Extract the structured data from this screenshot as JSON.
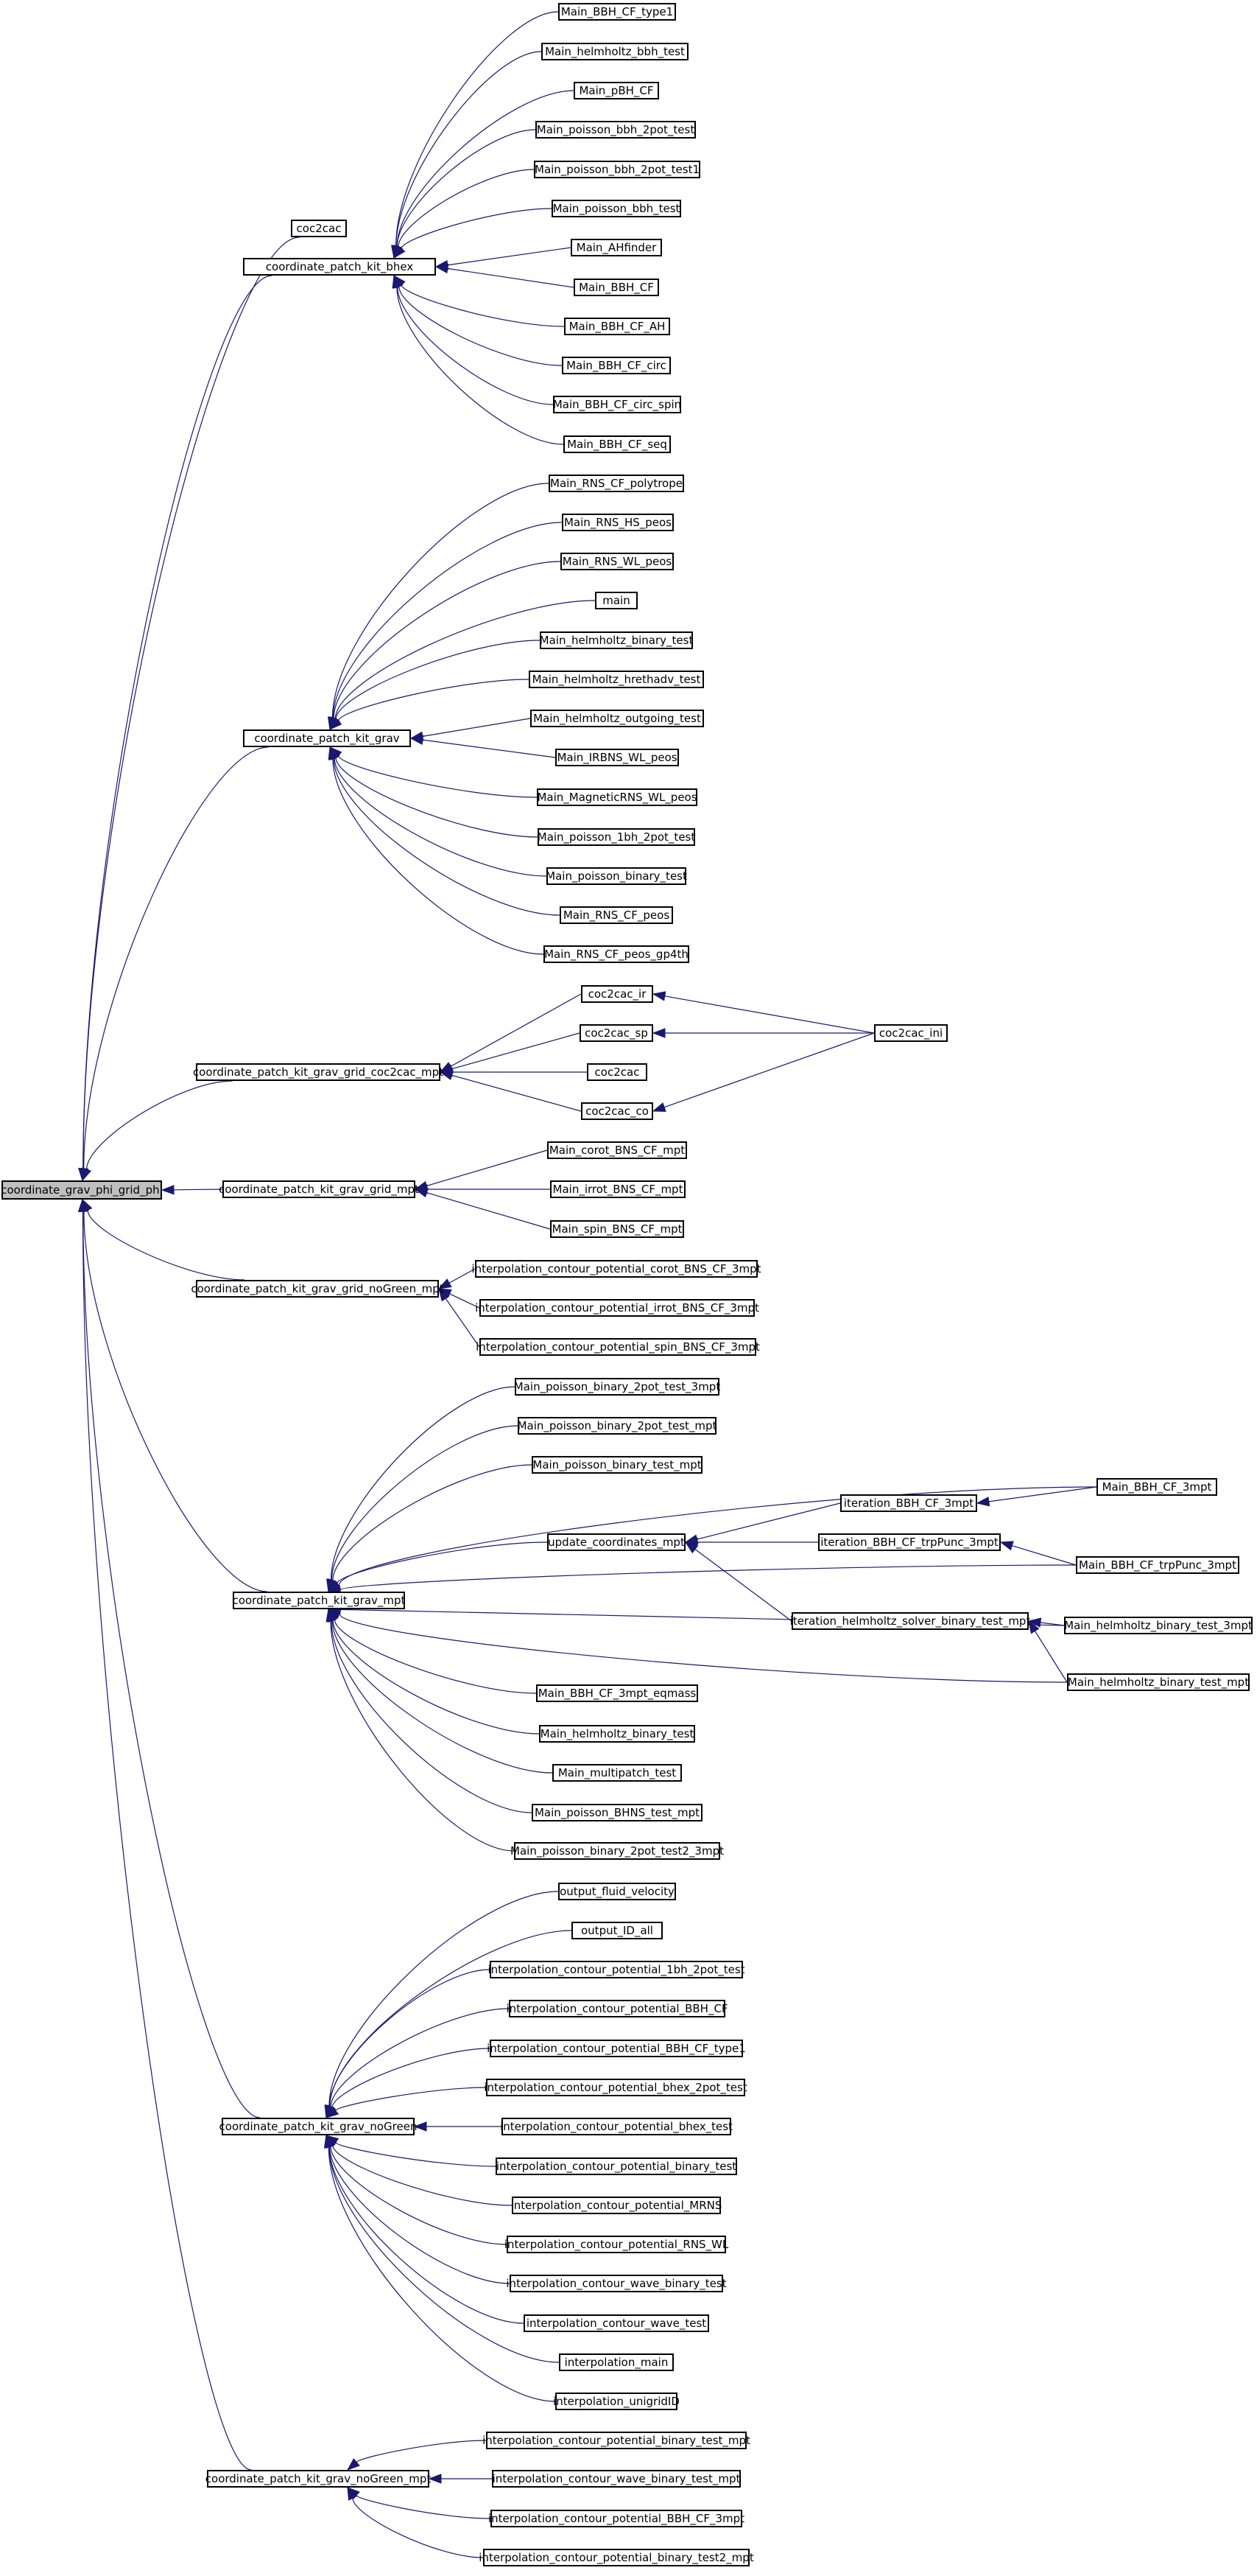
{
  "graph": {
    "root": "coordinate_grav_phi_grid_phi",
    "nodes": {
      "root": "coordinate_grav_phi_grid_phi",
      "coc2cac_top": "coc2cac",
      "bhex": "coordinate_patch_kit_bhex",
      "bhex_type1": "Main_BBH_CF_type1",
      "bhex_helm": "Main_helmholtz_bbh_test",
      "bhex_pBH": "Main_pBH_CF",
      "bhex_p2pot": "Main_poisson_bbh_2pot_test",
      "bhex_p2pot1": "Main_poisson_bbh_2pot_test1",
      "bhex_ptest": "Main_poisson_bbh_test",
      "bhex_ah": "Main_AHfinder",
      "bhex_bbh": "Main_BBH_CF",
      "bhex_bbhah": "Main_BBH_CF_AH",
      "bhex_circ": "Main_BBH_CF_circ",
      "bhex_circspin": "Main_BBH_CF_circ_spin",
      "bhex_seq": "Main_BBH_CF_seq",
      "grav": "coordinate_patch_kit_grav",
      "grav_poly": "Main_RNS_CF_polytrope",
      "grav_hs": "Main_RNS_HS_peos",
      "grav_wl": "Main_RNS_WL_peos",
      "grav_main": "main",
      "grav_helmbin": "Main_helmholtz_binary_test",
      "grav_hrethadv": "Main_helmholtz_hrethadv_test",
      "grav_outgoing": "Main_helmholtz_outgoing_test",
      "grav_irbns": "Main_IRBNS_WL_peos",
      "grav_magnetic": "Main_MagneticRNS_WL_peos",
      "grav_p1bh": "Main_poisson_1bh_2pot_test",
      "grav_pbin": "Main_poisson_binary_test",
      "grav_rnspeos": "Main_RNS_CF_peos",
      "grav_rnsgp": "Main_RNS_CF_peos_gp4th",
      "c2c_mpt": "coordinate_patch_kit_grav_grid_coc2cac_mpt",
      "c2c_ir": "coc2cac_ir",
      "c2c_sp": "coc2cac_sp",
      "c2c_plain": "coc2cac",
      "c2c_co": "coc2cac_co",
      "c2c_ini": "coc2cac_ini",
      "grid_mpt": "coordinate_patch_kit_grav_grid_mpt",
      "gm_corot": "Main_corot_BNS_CF_mpt",
      "gm_irrot": "Main_irrot_BNS_CF_mpt",
      "gm_spin": "Main_spin_BNS_CF_mpt",
      "ng_grid_mpt": "coordinate_patch_kit_grav_grid_noGreen_mpt",
      "ngg_corot": "interpolation_contour_potential_corot_BNS_CF_3mpt",
      "ngg_irrot": "interpolation_contour_potential_irrot_BNS_CF_3mpt",
      "ngg_spin": "interpolation_contour_potential_spin_BNS_CF_3mpt",
      "grav_mpt": "coordinate_patch_kit_grav_mpt",
      "gmp_p2t3": "Main_poisson_binary_2pot_test_3mpt",
      "gmp_p2tm": "Main_poisson_binary_2pot_test_mpt",
      "gmp_ptm": "Main_poisson_binary_test_mpt",
      "gmp_upd": "update_coordinates_mpt",
      "gmp_itbbh": "iteration_BBH_CF_3mpt",
      "gmp_ittrp": "iteration_BBH_CF_trpPunc_3mpt",
      "gmp_ithelm": "iteration_helmholtz_solver_binary_test_mpt",
      "gmp_bbh3": "Main_BBH_CF_3mpt",
      "gmp_bbhtrp": "Main_BBH_CF_trpPunc_3mpt",
      "gmp_helm3": "Main_helmholtz_binary_test_3mpt",
      "gmp_helmm": "Main_helmholtz_binary_test_mpt",
      "gmp_eqmass": "Main_BBH_CF_3mpt_eqmass",
      "gmp_helmbin": "Main_helmholtz_binary_test",
      "gmp_multi": "Main_multipatch_test",
      "gmp_bhns": "Main_poisson_BHNS_test_mpt",
      "gmp_p2t23": "Main_poisson_binary_2pot_test2_3mpt",
      "nogreen": "coordinate_patch_kit_grav_noGreen",
      "ng_fluid": "output_fluid_velocity",
      "ng_idall": "output_ID_all",
      "ng_1bh": "interpolation_contour_potential_1bh_2pot_test",
      "ng_bbhcf": "interpolation_contour_potential_BBH_CF",
      "ng_bbhtype1": "interpolation_contour_potential_BBH_CF_type1",
      "ng_bhex2pot": "interpolation_contour_potential_bhex_2pot_test",
      "ng_bhextest": "interpolation_contour_potential_bhex_test",
      "ng_bintest": "interpolation_contour_potential_binary_test",
      "ng_mrns": "interpolation_contour_potential_MRNS",
      "ng_rnswl": "interpolation_contour_potential_RNS_WL",
      "ng_wavebin": "interpolation_contour_wave_binary_test",
      "ng_wave": "interpolation_contour_wave_test",
      "ng_imain": "interpolation_main",
      "ng_unigrid": "interpolation_unigridID",
      "nogreen_mpt": "coordinate_patch_kit_grav_noGreen_mpt",
      "ngm_bintm": "interpolation_contour_potential_binary_test_mpt",
      "ngm_wavebm": "interpolation_contour_wave_binary_test_mpt",
      "ngm_bbh3": "interpolation_contour_potential_BBH_CF_3mpt",
      "ngm_bin2": "interpolation_contour_potential_binary_test2_mpt"
    },
    "edges": [
      [
        "coc2cac_top",
        "root"
      ],
      [
        "bhex",
        "root"
      ],
      [
        "grav",
        "root"
      ],
      [
        "c2c_mpt",
        "root"
      ],
      [
        "grid_mpt",
        "root"
      ],
      [
        "ng_grid_mpt",
        "root"
      ],
      [
        "grav_mpt",
        "root"
      ],
      [
        "nogreen",
        "root"
      ],
      [
        "nogreen_mpt",
        "root"
      ],
      [
        "bhex_type1",
        "bhex"
      ],
      [
        "bhex_helm",
        "bhex"
      ],
      [
        "bhex_pBH",
        "bhex"
      ],
      [
        "bhex_p2pot",
        "bhex"
      ],
      [
        "bhex_p2pot1",
        "bhex"
      ],
      [
        "bhex_ptest",
        "bhex"
      ],
      [
        "bhex_ah",
        "bhex"
      ],
      [
        "bhex_bbh",
        "bhex"
      ],
      [
        "bhex_bbhah",
        "bhex"
      ],
      [
        "bhex_circ",
        "bhex"
      ],
      [
        "bhex_circspin",
        "bhex"
      ],
      [
        "bhex_seq",
        "bhex"
      ],
      [
        "grav_poly",
        "grav"
      ],
      [
        "grav_hs",
        "grav"
      ],
      [
        "grav_wl",
        "grav"
      ],
      [
        "grav_main",
        "grav"
      ],
      [
        "grav_helmbin",
        "grav"
      ],
      [
        "grav_hrethadv",
        "grav"
      ],
      [
        "grav_outgoing",
        "grav"
      ],
      [
        "grav_irbns",
        "grav"
      ],
      [
        "grav_magnetic",
        "grav"
      ],
      [
        "grav_p1bh",
        "grav"
      ],
      [
        "grav_pbin",
        "grav"
      ],
      [
        "grav_rnspeos",
        "grav"
      ],
      [
        "grav_rnsgp",
        "grav"
      ],
      [
        "c2c_ir",
        "c2c_mpt"
      ],
      [
        "c2c_sp",
        "c2c_mpt"
      ],
      [
        "c2c_plain",
        "c2c_mpt"
      ],
      [
        "c2c_co",
        "c2c_mpt"
      ],
      [
        "c2c_ini",
        "c2c_ir"
      ],
      [
        "c2c_ini",
        "c2c_sp"
      ],
      [
        "c2c_ini",
        "c2c_co"
      ],
      [
        "gm_corot",
        "grid_mpt"
      ],
      [
        "gm_irrot",
        "grid_mpt"
      ],
      [
        "gm_spin",
        "grid_mpt"
      ],
      [
        "ngg_corot",
        "ng_grid_mpt"
      ],
      [
        "ngg_irrot",
        "ng_grid_mpt"
      ],
      [
        "ngg_spin",
        "ng_grid_mpt"
      ],
      [
        "gmp_p2t3",
        "grav_mpt"
      ],
      [
        "gmp_p2tm",
        "grav_mpt"
      ],
      [
        "gmp_ptm",
        "grav_mpt"
      ],
      [
        "gmp_bbh3",
        "grav_mpt"
      ],
      [
        "gmp_upd",
        "grav_mpt"
      ],
      [
        "gmp_bbhtrp",
        "grav_mpt"
      ],
      [
        "gmp_helm3",
        "grav_mpt"
      ],
      [
        "gmp_helmm",
        "grav_mpt"
      ],
      [
        "gmp_eqmass",
        "grav_mpt"
      ],
      [
        "gmp_helmbin",
        "grav_mpt"
      ],
      [
        "gmp_multi",
        "grav_mpt"
      ],
      [
        "gmp_bhns",
        "grav_mpt"
      ],
      [
        "gmp_p2t23",
        "grav_mpt"
      ],
      [
        "gmp_itbbh",
        "gmp_upd"
      ],
      [
        "gmp_ittrp",
        "gmp_upd"
      ],
      [
        "gmp_ithelm",
        "gmp_upd"
      ],
      [
        "gmp_bbh3",
        "gmp_itbbh"
      ],
      [
        "gmp_bbhtrp",
        "gmp_ittrp"
      ],
      [
        "gmp_helm3",
        "gmp_ithelm"
      ],
      [
        "gmp_helmm",
        "gmp_ithelm"
      ],
      [
        "ng_fluid",
        "nogreen"
      ],
      [
        "ng_idall",
        "nogreen"
      ],
      [
        "ng_1bh",
        "nogreen"
      ],
      [
        "ng_bbhcf",
        "nogreen"
      ],
      [
        "ng_bbhtype1",
        "nogreen"
      ],
      [
        "ng_bhex2pot",
        "nogreen"
      ],
      [
        "ng_bhextest",
        "nogreen"
      ],
      [
        "ng_bintest",
        "nogreen"
      ],
      [
        "ng_mrns",
        "nogreen"
      ],
      [
        "ng_rnswl",
        "nogreen"
      ],
      [
        "ng_wavebin",
        "nogreen"
      ],
      [
        "ng_wave",
        "nogreen"
      ],
      [
        "ng_imain",
        "nogreen"
      ],
      [
        "ng_unigrid",
        "nogreen"
      ],
      [
        "ngm_bintm",
        "nogreen_mpt"
      ],
      [
        "ngm_wavebm",
        "nogreen_mpt"
      ],
      [
        "ngm_bbh3",
        "nogreen_mpt"
      ],
      [
        "ngm_bin2",
        "nogreen_mpt"
      ]
    ],
    "colors": {
      "edge": "#191970",
      "node_border": "#000000",
      "node_fill": "#ffffff",
      "root_fill": "#bfbfbf"
    }
  }
}
